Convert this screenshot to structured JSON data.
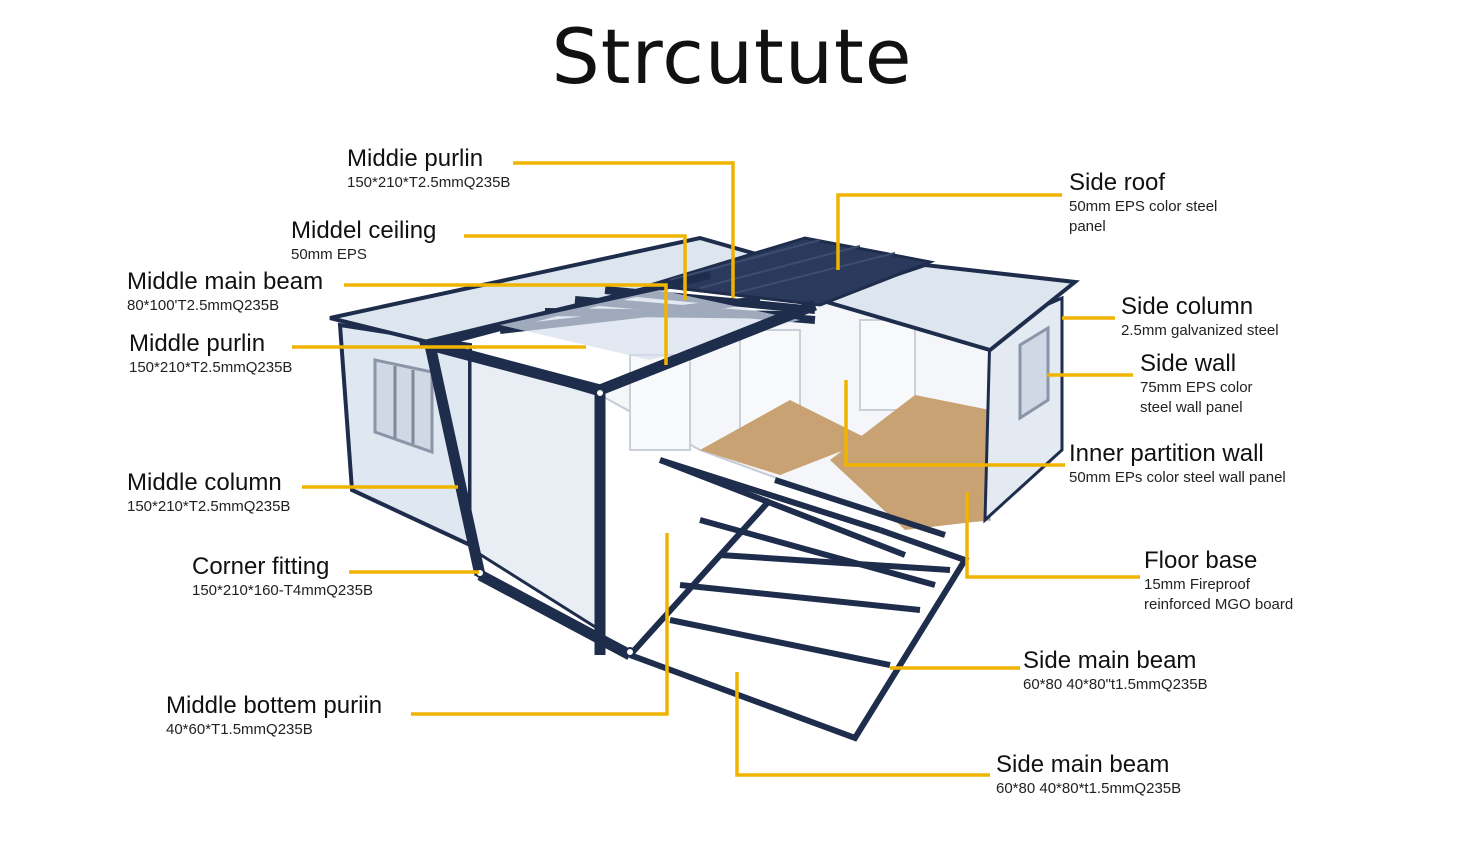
{
  "title": "Strcutute",
  "labels": {
    "middie_purlin": {
      "name": "Middie purlin",
      "spec": "150*210*T2.5mmQ235B"
    },
    "middel_ceiling": {
      "name": "Middel ceiling",
      "spec": "50mm EPS"
    },
    "middle_main_beam": {
      "name": "Middle main beam",
      "spec": "80*100'T2.5mmQ235B"
    },
    "middle_purlin": {
      "name": "Middle purlin",
      "spec": "150*210*T2.5mmQ235B"
    },
    "middle_column": {
      "name": "Middle column",
      "spec": "150*210*T2.5mmQ235B"
    },
    "corner_fitting": {
      "name": "Corner fitting",
      "spec": "150*210*160-T4mmQ235B"
    },
    "middle_bottem_puriin": {
      "name": "Middle bottem puriin",
      "spec": "40*60*T1.5mmQ235B"
    },
    "side_roof": {
      "name": "Side roof",
      "spec_line1": "50mm EPS color steel",
      "spec_line2": "panel"
    },
    "side_column": {
      "name": "Side column",
      "spec": "2.5mm galvanized steel"
    },
    "side_wall": {
      "name": "Side wall",
      "spec_line1": "75mm EPS color",
      "spec_line2": "steel wall panel"
    },
    "inner_partition_wall": {
      "name": "Inner partition wall",
      "spec": "50mm EPs color steel wall panel"
    },
    "floor_base": {
      "name": "Floor base",
      "spec_line1": "15mm Fireproof",
      "spec_line2": "reinforced MGO board"
    },
    "side_main_beam_1": {
      "name": "Side main beam",
      "spec": "60*80 40*80\"t1.5mmQ235B"
    },
    "side_main_beam_2": {
      "name": "Side main beam",
      "spec": "60*80 40*80*t1.5mmQ235B"
    }
  },
  "colors": {
    "leader": "#f0b400",
    "frame": "#1f2d4d",
    "roof_dark": "#2b3a5c",
    "panel_light": "#eef2f7",
    "floor_wood": "#c9a273"
  },
  "icons": [
    "window-icon",
    "door-icon"
  ]
}
